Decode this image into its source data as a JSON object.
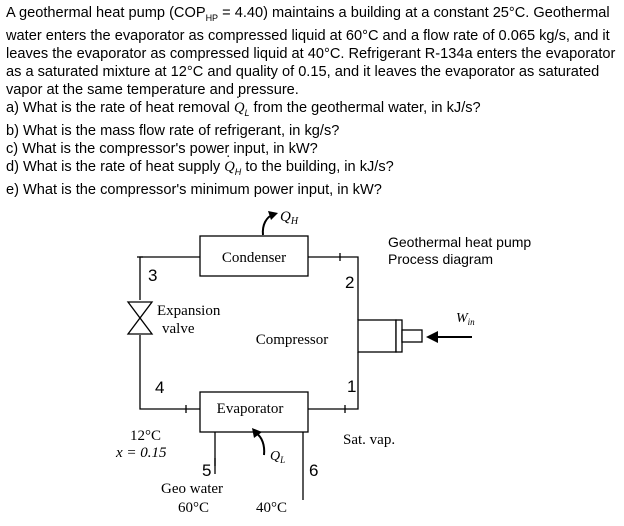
{
  "problem": {
    "intro": "A geothermal heat pump (COPHP = 4.40) maintains a building at a constant 25°C. Geothermal water enters the evaporator as compressed liquid at 60°C and a flow rate of 0.065 kg/s, and it leaves the evaporator as compressed liquid at 40°C. Refrigerant R-134a enters the evaporator as a saturated mixture at 12°C and quality of 0.15, and it leaves the evaporator as saturated vapor at the same temperature and pressure.",
    "intro_parts": {
      "p1": "A geothermal heat pump (COP",
      "sub": "HP",
      "p2": " = 4.40) maintains a building at a constant 25°C. Geothermal water enters the evaporator as compressed liquid at 60°C and a flow rate of 0.065 kg/s, and it leaves the evaporator as compressed liquid at 40°C. Refrigerant R-134a enters the evaporator as a saturated mixture at 12°C and quality of 0.15, and it leaves the evaporator as saturated vapor at the same temperature and pressure."
    },
    "questions": [
      {
        "pre": "a) What is the rate of heat removal ",
        "sym": "Q",
        "sub": "L",
        "post": " from the geothermal water, in kJ/s?"
      },
      {
        "pre": "b) What is the mass flow rate of refrigerant, in kg/s?",
        "sym": "",
        "sub": "",
        "post": ""
      },
      {
        "pre": "c) What is the compressor's power input, in kW?",
        "sym": "",
        "sub": "",
        "post": ""
      },
      {
        "pre": "d) What is the rate of heat supply ",
        "sym": "Q",
        "sub": "H",
        "post": " to the building, in kJ/s?"
      },
      {
        "pre": "e) What is the compressor's minimum power input, in kW?",
        "sym": "",
        "sub": "",
        "post": ""
      }
    ]
  },
  "diagram": {
    "title_line1": "Geothermal heat pump",
    "title_line2": "Process diagram",
    "condenser": "Condenser",
    "evaporator": "Evaporator",
    "compressor": "Compressor",
    "expansion_line1": "Expansion",
    "expansion_line2": "valve",
    "qh_sym": "Q",
    "qh_sub": "H",
    "ql_sym": "Q",
    "ql_sub": "L",
    "win_sym": "W",
    "win_sub": "in",
    "state_1": "1",
    "state_2": "2",
    "state_3": "3",
    "state_4": "4",
    "state_5": "5",
    "state_6": "6",
    "temp_in": "12°C",
    "quality": "x = 0.15",
    "sat_vap": "Sat. vap.",
    "geo_water": "Geo water",
    "temp_60": "60°C",
    "temp_40": "40°C"
  }
}
